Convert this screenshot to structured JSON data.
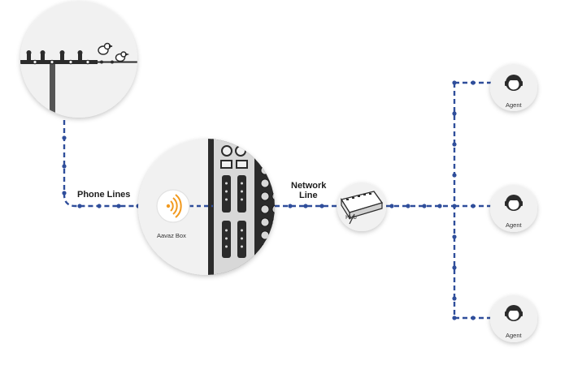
{
  "labels": {
    "phone_lines": "Phone Lines",
    "network_line_1": "Network",
    "network_line_2": "Line",
    "aavaz_box": "Aavaz Box",
    "hub": "Hub"
  },
  "agents": [
    {
      "label": "Agent"
    },
    {
      "label": "Agent"
    },
    {
      "label": "Agent"
    }
  ],
  "icons": {
    "telephone_pole": "telephone-pole-icon",
    "birds": "bird-icon",
    "aavaz_logo": "aavaz-logo-icon",
    "server": "server-hardware-icon",
    "hub": "network-hub-icon",
    "agent": "headset-agent-icon"
  },
  "colors": {
    "connector": "#2f4e9b",
    "circle_fill": "#f1f1f1",
    "aavaz_orange": "#f29a1f",
    "dark": "#2b2b2b"
  }
}
